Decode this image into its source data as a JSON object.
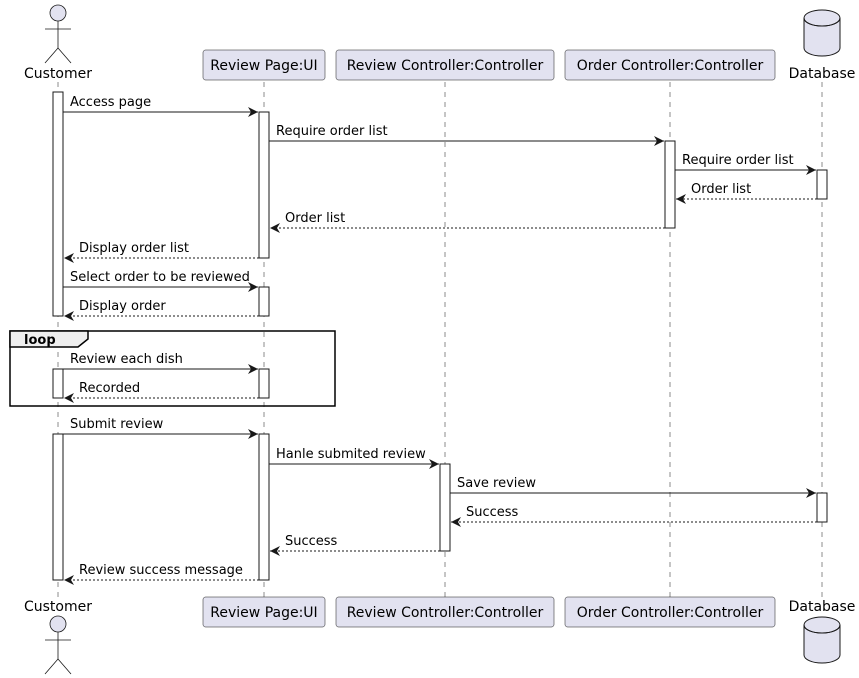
{
  "participants": [
    {
      "id": "customer",
      "name": "Customer",
      "kind": "actor"
    },
    {
      "id": "ui",
      "name": "Review Page:UI",
      "kind": "box"
    },
    {
      "id": "rc",
      "name": "Review Controller:Controller",
      "kind": "box"
    },
    {
      "id": "oc",
      "name": "Order Controller:Controller",
      "kind": "box"
    },
    {
      "id": "db",
      "name": "Database",
      "kind": "database"
    }
  ],
  "messages": [
    {
      "from": "customer",
      "to": "ui",
      "label": "Access page",
      "style": "solid"
    },
    {
      "from": "ui",
      "to": "oc",
      "label": "Require order list",
      "style": "solid"
    },
    {
      "from": "oc",
      "to": "db",
      "label": "Require order list",
      "style": "solid"
    },
    {
      "from": "db",
      "to": "oc",
      "label": "Order list",
      "style": "dashed"
    },
    {
      "from": "oc",
      "to": "ui",
      "label": "Order list",
      "style": "dashed"
    },
    {
      "from": "ui",
      "to": "customer",
      "label": "Display order list",
      "style": "dashed"
    },
    {
      "from": "customer",
      "to": "ui",
      "label": "Select order to be reviewed",
      "style": "solid"
    },
    {
      "from": "ui",
      "to": "customer",
      "label": "Display order",
      "style": "dashed"
    },
    {
      "from": "customer",
      "to": "ui",
      "label": "Review each dish",
      "style": "solid"
    },
    {
      "from": "ui",
      "to": "customer",
      "label": "Recorded",
      "style": "dashed"
    },
    {
      "from": "customer",
      "to": "ui",
      "label": "Submit review",
      "style": "solid"
    },
    {
      "from": "ui",
      "to": "rc",
      "label": "Hanle submited review",
      "style": "solid"
    },
    {
      "from": "rc",
      "to": "db",
      "label": "Save review",
      "style": "solid"
    },
    {
      "from": "db",
      "to": "rc",
      "label": "Success",
      "style": "dashed"
    },
    {
      "from": "rc",
      "to": "ui",
      "label": "Success",
      "style": "dashed"
    },
    {
      "from": "ui",
      "to": "customer",
      "label": "Review success message",
      "style": "dashed"
    }
  ],
  "fragments": [
    {
      "type": "loop",
      "label": "loop"
    }
  ]
}
